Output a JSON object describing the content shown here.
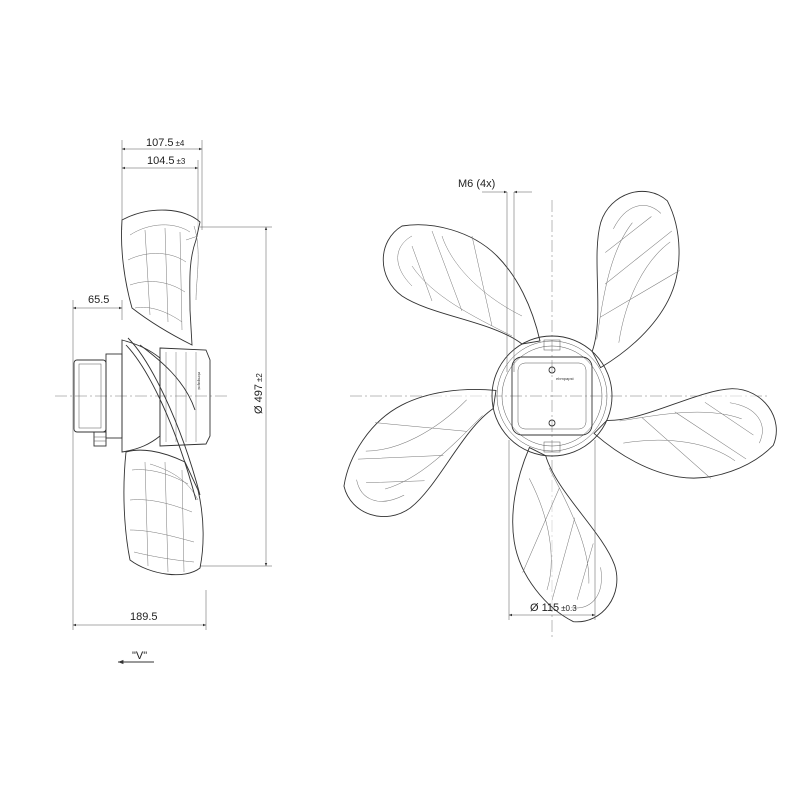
{
  "dimensions": {
    "width_outer": {
      "value": "107.5",
      "tol": "±4"
    },
    "width_inner": {
      "value": "104.5",
      "tol": "±3"
    },
    "motor_offset": {
      "value": "65.5"
    },
    "overall_depth": {
      "value": "189.5"
    },
    "diameter": {
      "value": "Ø 497",
      "tol": "±2"
    },
    "hub_diameter": {
      "value": "Ø 115",
      "tol": "±0.3"
    },
    "thread": {
      "value": "M6 (4x)"
    }
  },
  "view_label": "\"V\"",
  "hub_brand": "ebmpapst",
  "colors": {
    "line": "#333333",
    "center_line": "#777777",
    "background": "#ffffff"
  }
}
